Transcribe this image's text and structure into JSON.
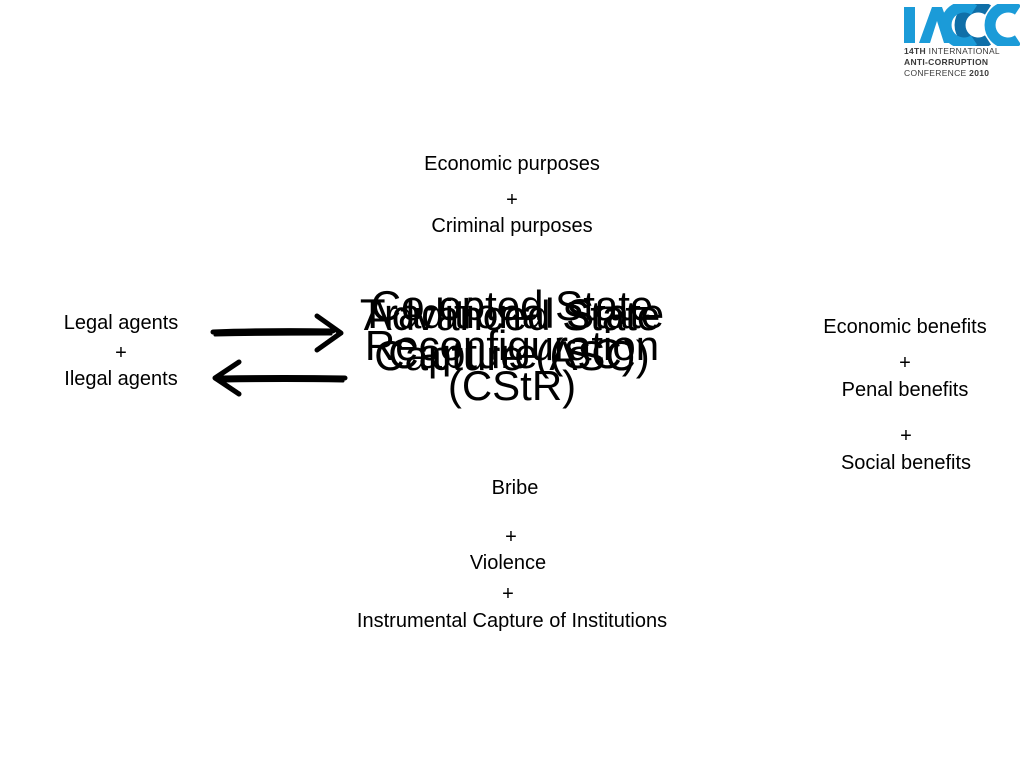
{
  "logo": {
    "mark": "IACC",
    "line1_bold": "14TH",
    "line1_rest": " INTERNATIONAL",
    "line2": "ANTI-CORRUPTION",
    "line3_rest": "CONFERENCE ",
    "line3_bold": "2010",
    "colors": {
      "primary": "#1b9bd8",
      "dark": "#0f6fa8"
    }
  },
  "top_block": {
    "line1": "Economic purposes",
    "plus": "+",
    "line2": "Criminal purposes"
  },
  "left_block": {
    "line1": "Legal agents",
    "plus": "+",
    "line2": "Ilegal agents"
  },
  "right_block": {
    "line1": "Economic benefits",
    "plus1": "+",
    "line2": "Penal benefits",
    "plus2": "+",
    "line3": "Social benefits"
  },
  "center_titles": {
    "layer1": [
      "Traditional State",
      "Capture (SC)"
    ],
    "layer2": [
      "Advanced State",
      "Capture (ASC)"
    ],
    "layer3": [
      "Co-opted State",
      "Reconfiguration",
      "(CStR)"
    ]
  },
  "bottom_block": {
    "line1": "Bribe",
    "plus1": "+",
    "line2": "Violence",
    "plus2": "+",
    "line3": "Instrumental Capture of Institutions"
  }
}
